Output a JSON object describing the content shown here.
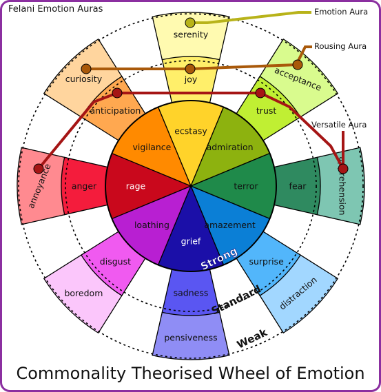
{
  "title": "Felani Emotion Auras",
  "bottom_title": "Commonality Theorised Wheel of Emotion",
  "ring_labels": {
    "strong": "Strong",
    "standard": "Standard",
    "weak": "Weak"
  },
  "auras": {
    "emotion": {
      "label": "Emotion Aura",
      "color": "#b8b31a"
    },
    "rousing": {
      "label": "Rousing Aura",
      "color": "#a9590a"
    },
    "versatile": {
      "label": "Versatile Aura",
      "color": "#a51515"
    }
  },
  "emotions": [
    {
      "strong": "ecstasy",
      "standard": "joy",
      "weak": "serenity",
      "colors": [
        "#ffd32a",
        "#ffef6a",
        "#fffab0"
      ]
    },
    {
      "strong": "admiration",
      "standard": "trust",
      "weak": "acceptance",
      "colors": [
        "#8db20f",
        "#c0ef33",
        "#d9fb8e"
      ]
    },
    {
      "strong": "terror",
      "standard": "fear",
      "weak": "apprehension",
      "colors": [
        "#1f8a4a",
        "#2f8a60",
        "#7ec6b2"
      ]
    },
    {
      "strong": "amazement",
      "standard": "surprise",
      "weak": "distraction",
      "colors": [
        "#0b7fd6",
        "#52b6fb",
        "#a2d7ff"
      ]
    },
    {
      "strong": "grief",
      "standard": "sadness",
      "weak": "pensiveness",
      "colors": [
        "#1b0fa8",
        "#5a56f2",
        "#8f8df5"
      ]
    },
    {
      "strong": "loathing",
      "standard": "disgust",
      "weak": "boredom",
      "colors": [
        "#b81fd2",
        "#f05af0",
        "#fbc6fb"
      ]
    },
    {
      "strong": "rage",
      "standard": "anger",
      "weak": "annoyance",
      "colors": [
        "#c9081c",
        "#f41c3c",
        "#ff8a90"
      ]
    },
    {
      "strong": "vigilance",
      "standard": "anticipation",
      "weak": "curiosity",
      "colors": [
        "#ff8a00",
        "#ffa850",
        "#ffd59e"
      ]
    }
  ]
}
